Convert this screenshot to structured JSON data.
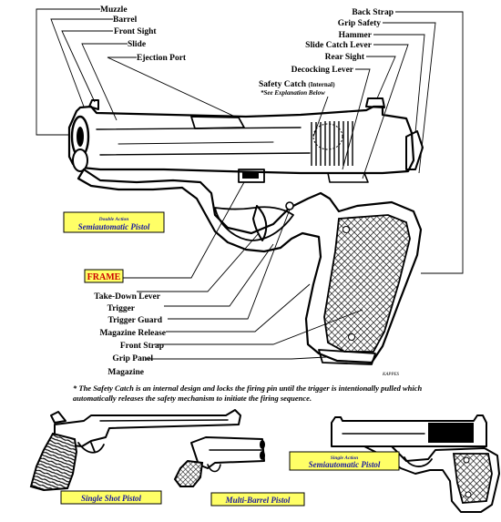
{
  "labels_left": {
    "muzzle": "Muzzle",
    "barrel": "Barrel",
    "front_sight": "Front Sight",
    "slide": "Slide",
    "ejection_port": "Ejection Port"
  },
  "labels_right": {
    "back_strap": "Back Strap",
    "grip_safety": "Grip Safety",
    "hammer": "Hammer",
    "slide_catch_lever": "Slide Catch Lever",
    "rear_sight": "Rear Sight",
    "decocking_lever": "Decocking Lever",
    "safety_catch": "Safety Catch",
    "safety_catch_suffix": "(Internal)",
    "see_explanation": "*See Explanation Below"
  },
  "frame_label": "FRAME",
  "labels_frame": {
    "take_down_lever": "Take-Down Lever",
    "trigger": "Trigger",
    "trigger_guard": "Trigger Guard",
    "magazine_release": "Magazine Release",
    "front_strap": "Front Strap",
    "grip_panel": "Grip Panel",
    "magazine": "Magazine"
  },
  "captions": {
    "main_small": "Double Action",
    "main_big": "Semiautomatic Pistol",
    "single_shot": "Single Shot Pistol",
    "multi_barrel": "Multi-Barrel Pistol",
    "single_action_small": "Single Action",
    "single_action_big": "Semiautomatic Pistol"
  },
  "artist_mark": "KAPPES",
  "footnote": "* The Safety Catch is an internal design and locks the firing pin until the trigger is intentionally pulled which automatically releases the safety mechanism to initiate the firing sequence.",
  "colors": {
    "caption_fill": "#ffff66",
    "frame_fill": "#ffff66",
    "frame_text": "#cc0000",
    "caption_text": "#1a1aa0"
  }
}
